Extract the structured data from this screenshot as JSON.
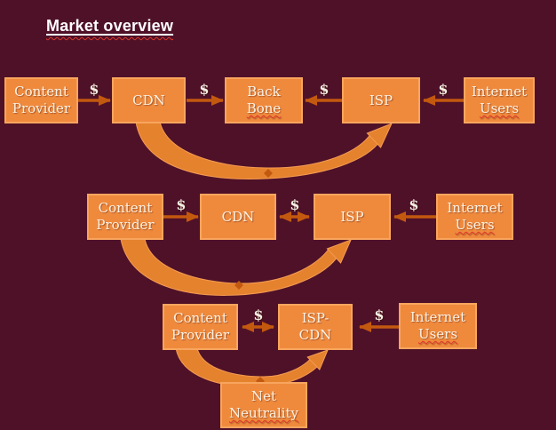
{
  "slide": {
    "title": "Market overview",
    "currency": "$",
    "boxes": {
      "cp1": {
        "line1": "Content",
        "line2": "Provider"
      },
      "cdn1": {
        "line1": "CDN"
      },
      "backbone": {
        "line1": "Back",
        "line2": "Bone"
      },
      "isp1": {
        "line1": "ISP"
      },
      "iu1": {
        "line1": "Internet",
        "line2": "Users"
      },
      "cp2": {
        "line1": "Content",
        "line2": "Provider"
      },
      "cdn2": {
        "line1": "CDN"
      },
      "isp2": {
        "line1": "ISP"
      },
      "iu2": {
        "line1": "Internet",
        "line2": "Users"
      },
      "cp3": {
        "line1": "Content",
        "line2": "Provider"
      },
      "ispcdn": {
        "line1": "ISP-",
        "line2": "CDN"
      },
      "iu3": {
        "line1": "Internet",
        "line2": "Users"
      },
      "netneutrality": {
        "line1": "Net",
        "line2": "Neutrality"
      }
    },
    "colors": {
      "background": "#4f1128",
      "box_fill": "#ef8a3d",
      "box_border": "#f8a55e",
      "box_text": "#fcf2e4",
      "straight_arrow": "#c3590f",
      "curved_arrow": "#e5822d",
      "curved_arrow_edge": "#f49b52",
      "title_text": "#ffffff",
      "squiggle": "#e03a2a"
    }
  }
}
